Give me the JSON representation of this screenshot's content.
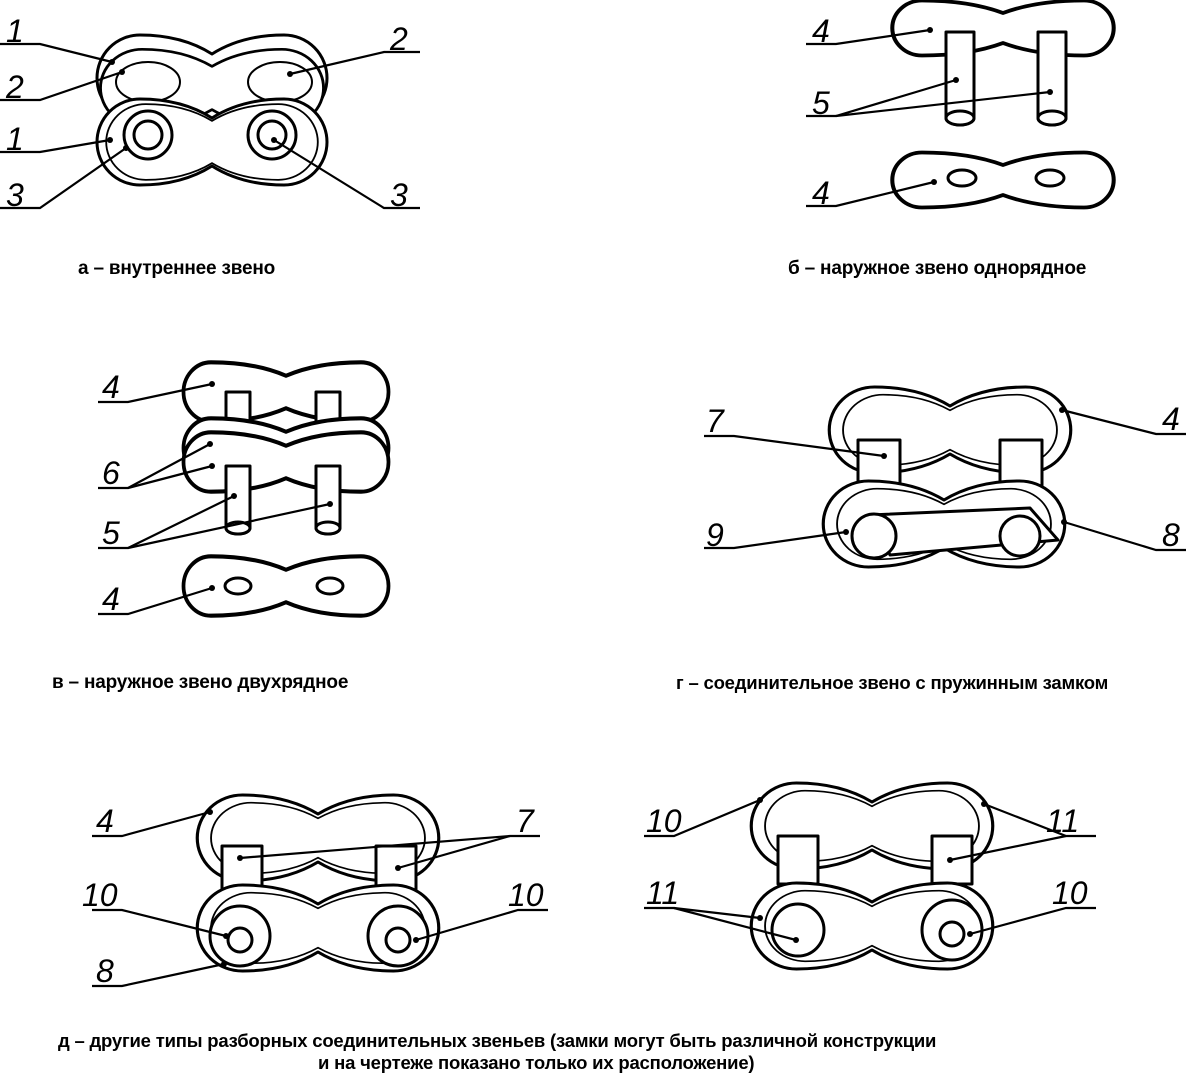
{
  "captions": {
    "a": "а – внутреннее звено",
    "b": "б – наружное звено однорядное",
    "v": "в – наружное звено двухрядное",
    "g": "г – соединительное звено с пружинным замком",
    "d_line1": "д – другие типы разборных соединительных звеньев (замки могут быть различной конструкции",
    "d_line2": "и на чертеже показано только их расположение)"
  },
  "labels": {
    "a": [
      "1",
      "2",
      "1",
      "3",
      "2",
      "3"
    ],
    "b": [
      "4",
      "5",
      "4"
    ],
    "v": [
      "4",
      "6",
      "5",
      "4"
    ],
    "g": [
      "7",
      "9",
      "4",
      "8"
    ],
    "d_left": [
      "4",
      "10",
      "8",
      "7",
      "10"
    ],
    "d_right": [
      "10",
      "11",
      "11",
      "10"
    ]
  }
}
